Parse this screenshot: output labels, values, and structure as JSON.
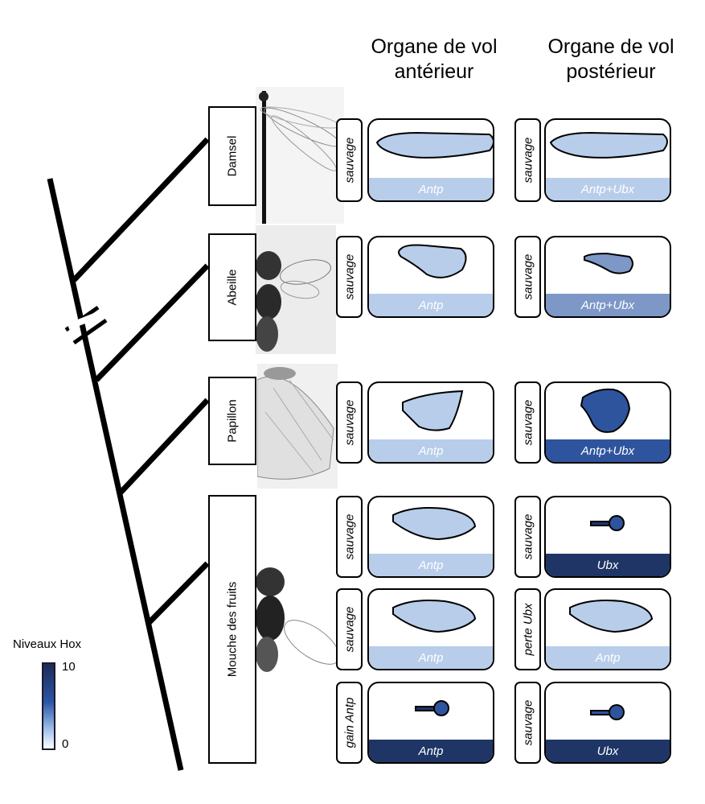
{
  "columns": {
    "anterior": [
      "Organe de vol",
      "antérieur"
    ],
    "posterior": [
      "Organe de vol",
      "postérieur"
    ]
  },
  "taxa": [
    "Damsel",
    "Abeille",
    "Papillon",
    "Mouche des fruits"
  ],
  "legend": {
    "title": "Niveaux Hox",
    "max": "10",
    "min": "0",
    "scale_colors": [
      "#ffffff",
      "#a9c8ee",
      "#2a56a6",
      "#1e2a55"
    ]
  },
  "rows": [
    {
      "ant_cond": "sauvage",
      "ant_band": "Antp",
      "post_cond": "sauvage",
      "post_band": "Antp+Ubx"
    },
    {
      "ant_cond": "sauvage",
      "ant_band": "Antp",
      "post_cond": "sauvage",
      "post_band": "Antp+Ubx"
    },
    {
      "ant_cond": "sauvage",
      "ant_band": "Antp",
      "post_cond": "sauvage",
      "post_band": "Antp+Ubx"
    },
    {
      "ant_cond": "sauvage",
      "ant_band": "Antp",
      "post_cond": "sauvage",
      "post_band": "Ubx"
    },
    {
      "ant_cond": "sauvage",
      "ant_band": "Antp",
      "post_cond": "perte Ubx",
      "post_band": "Antp"
    },
    {
      "ant_cond": "gain Antp",
      "ant_band": "Antp",
      "post_cond": "sauvage",
      "post_band": "Ubx"
    }
  ],
  "colors": {
    "light": "#b8cdea",
    "medium": "#7d97c7",
    "strong": "#2f549e",
    "dark": "#1e3566"
  }
}
